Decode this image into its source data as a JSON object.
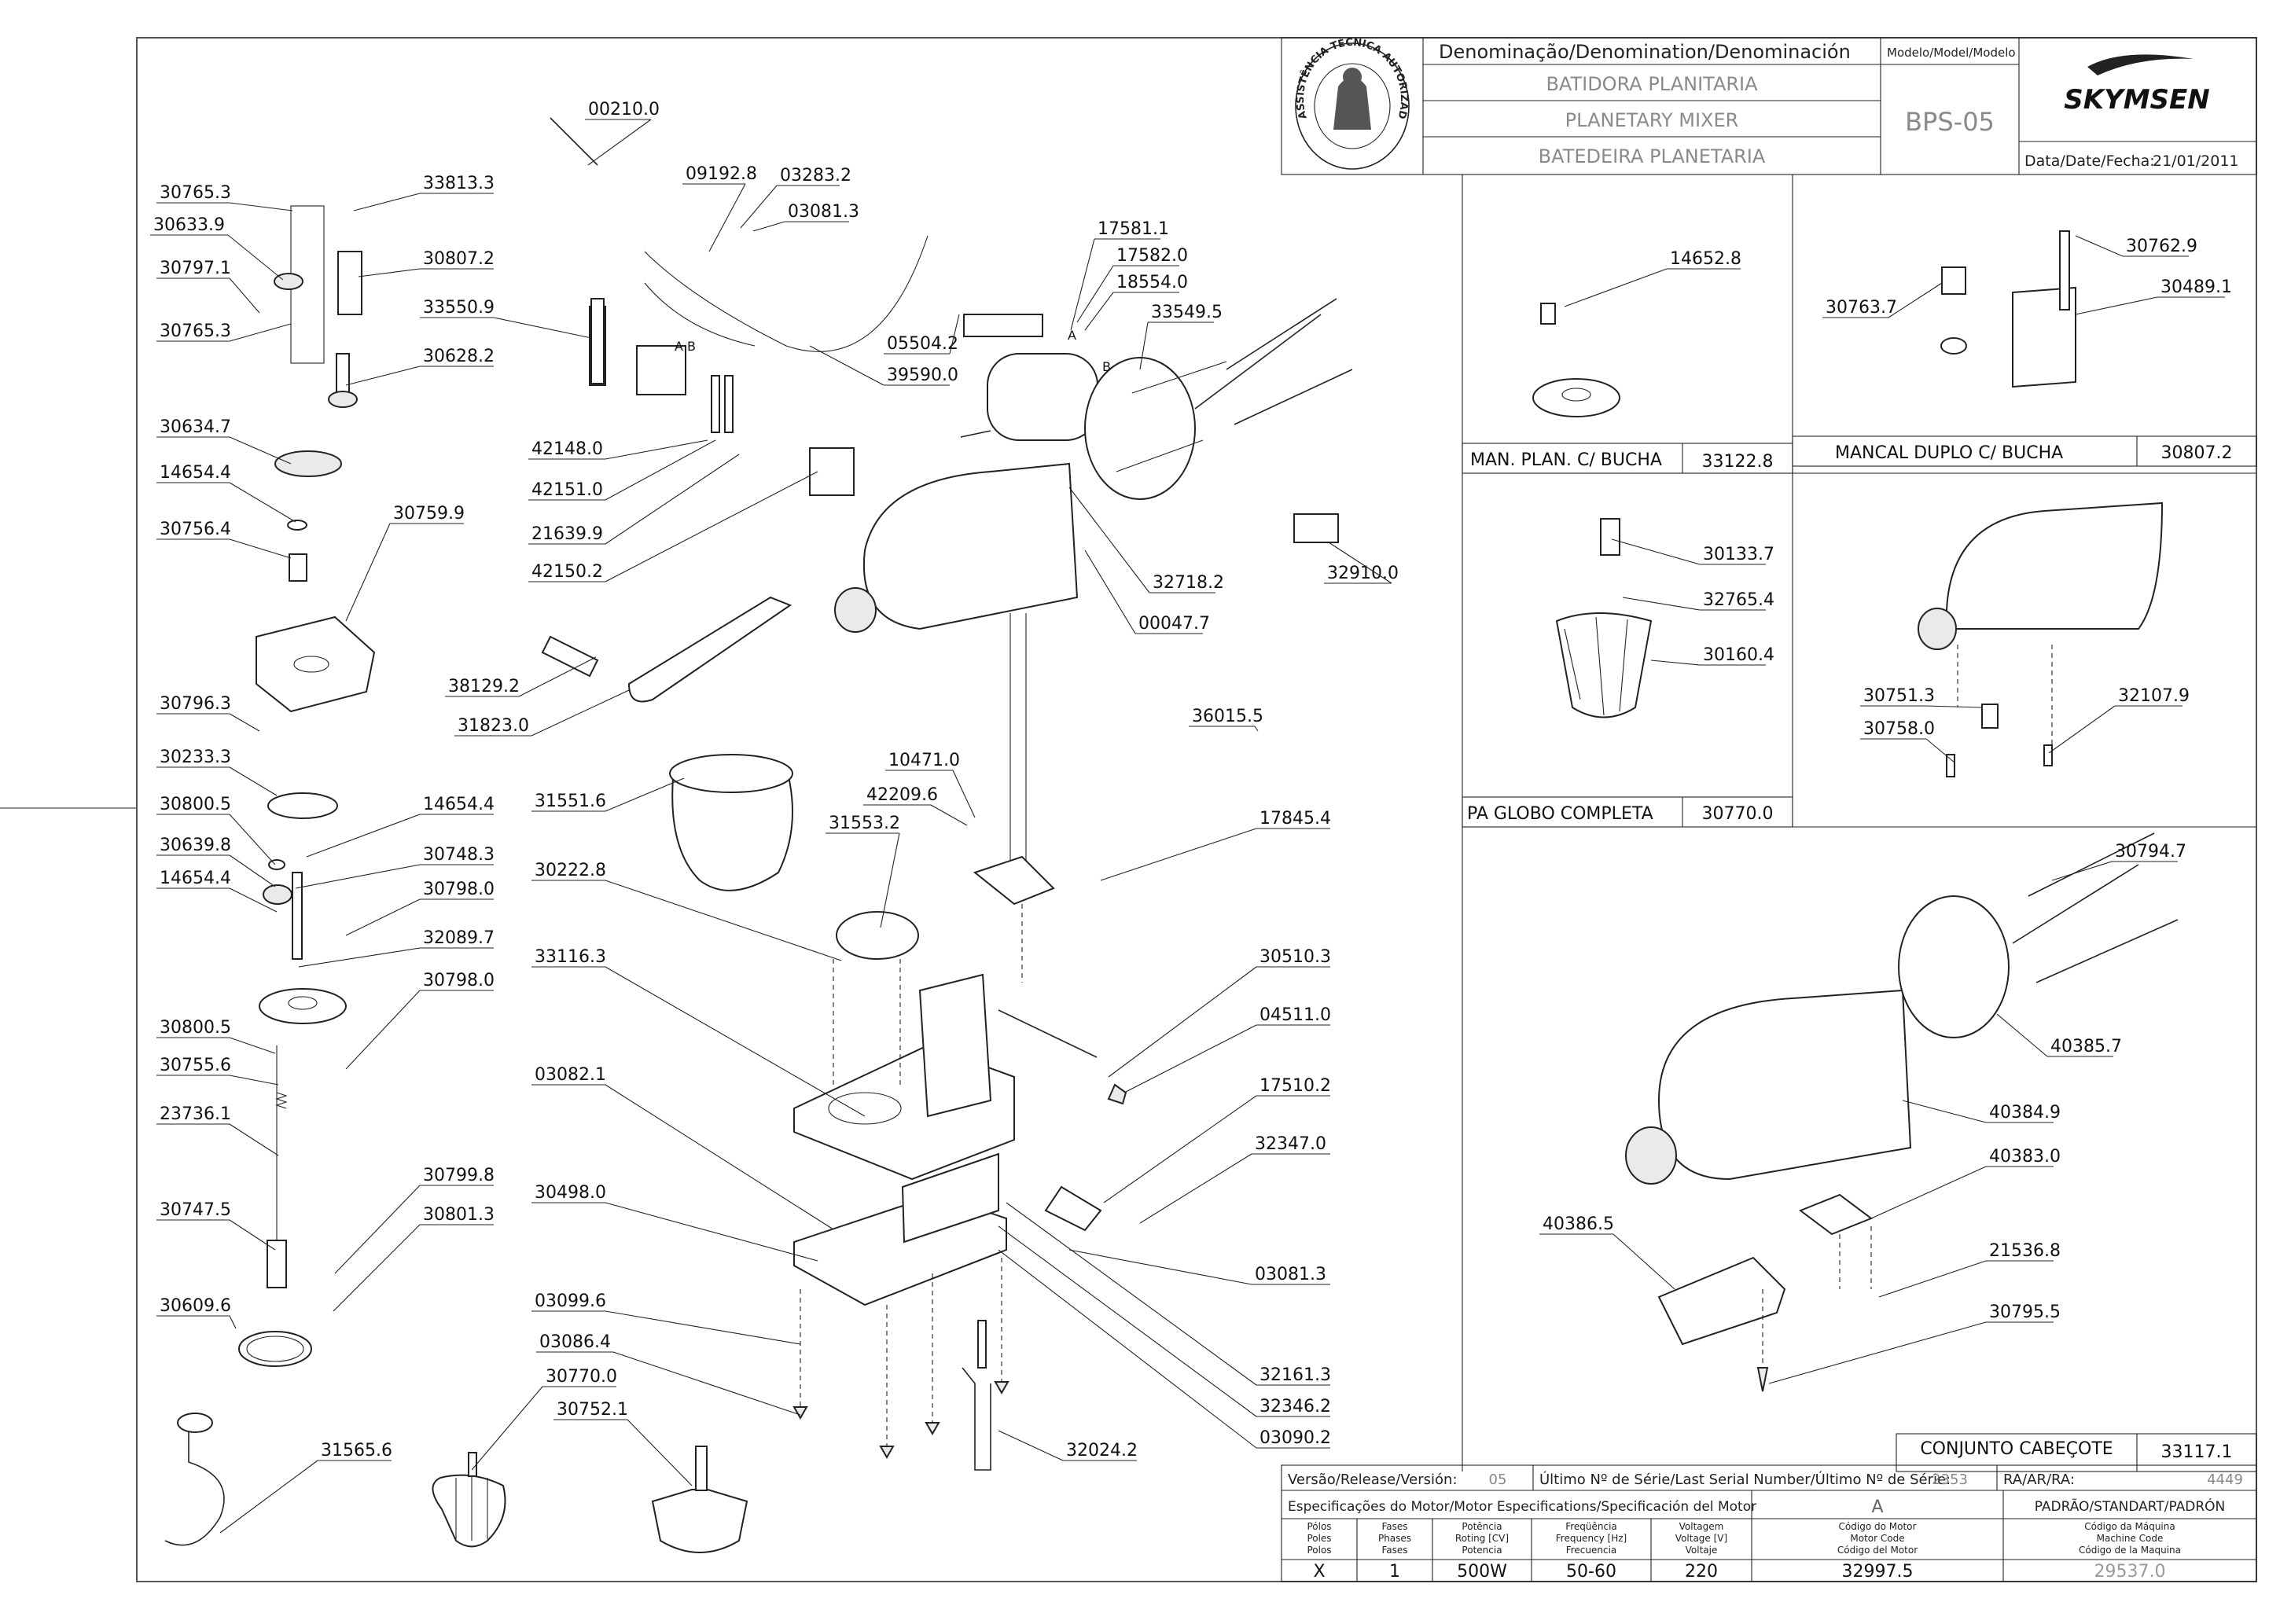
{
  "title_block": {
    "denomination_header": "Denominação/Denomination/Denominación",
    "model_header": "Modelo/Model/Modelo",
    "names": [
      "BATIDORA PLANITARIA",
      "PLANETARY MIXER",
      "BATEDEIRA PLANETARIA"
    ],
    "model": "BPS-05",
    "brand": "SKYMSEN",
    "date_label": "Data/Date/Fecha:",
    "date_value": "21/01/2011",
    "seal_text": "ASSISTÊNCIA TÉCNICA AUTORIZADA"
  },
  "insets": [
    {
      "caption": "MAN. PLAN. C/ BUCHA",
      "code": "33122.8"
    },
    {
      "caption": "MANCAL DUPLO C/ BUCHA",
      "code": "30807.2"
    },
    {
      "caption": "PA GLOBO COMPLETA",
      "code": "30770.0"
    },
    {
      "caption": "CONJUNTO CABEÇOTE",
      "code": "33117.1"
    }
  ],
  "footer": {
    "release_label": "Versão/Release/Versión:",
    "release_value": "05",
    "serial_label": "Último Nº de Série/Last Serial Number/Último Nº de Série:",
    "serial_value": "2353",
    "ra_label": "RA/AR/RA:",
    "ra_value": "4449",
    "motor_spec_label": "Especificações do Motor/Motor Especifications/Specificación del Motor",
    "variant": "A",
    "standard": "PADRÃO/STANDART/PADRÓN",
    "col_poles": [
      "Pólos",
      "Poles",
      "Polos"
    ],
    "col_phases": [
      "Fases",
      "Phases",
      "Fases"
    ],
    "col_power": [
      "Potência",
      "Roting [CV]",
      "Potencia"
    ],
    "col_freq": [
      "Freqüência",
      "Frequency [Hz]",
      "Frecuencia"
    ],
    "col_voltage": [
      "Voltagem",
      "Voltage [V]",
      "Voltaje"
    ],
    "col_motor_code": [
      "Código do Motor",
      "Motor Code",
      "Código del Motor"
    ],
    "col_machine_code": [
      "Código da Máquina",
      "Machine Code",
      "Código de la Maquina"
    ],
    "val_poles": "X",
    "val_phases": "1",
    "val_power": "500W",
    "val_freq": "50-60",
    "val_voltage": "220",
    "val_motor_code": "32997.5",
    "val_machine_code": "29537.0"
  },
  "callouts": {
    "left": [
      "30765.3",
      "30633.9",
      "30797.1",
      "30765.3",
      "33813.3",
      "30807.2",
      "33550.9",
      "30628.2",
      "30634.7",
      "14654.4",
      "30756.4",
      "30759.9",
      "30796.3",
      "30233.3",
      "30800.5",
      "30639.8",
      "14654.4",
      "14654.4",
      "30748.3",
      "30798.0",
      "32089.7",
      "30798.0",
      "30800.5",
      "30755.6",
      "23736.1",
      "30747.5",
      "30799.8",
      "30801.3",
      "30609.6",
      "31565.6"
    ],
    "center": [
      "00210.0",
      "09192.8",
      "03283.2",
      "03081.3",
      "17581.1",
      "17582.0",
      "18554.0",
      "33549.5",
      "05504.2",
      "39590.0",
      "42148.0",
      "42151.0",
      "21639.9",
      "42150.2",
      "32718.2",
      "00047.7",
      "32910.0",
      "38129.2",
      "31823.0",
      "36015.5",
      "10471.0",
      "42209.6",
      "31551.6",
      "31553.2",
      "17845.4",
      "30222.8",
      "33116.3",
      "30510.3",
      "04511.0",
      "17510.2",
      "03082.1",
      "32347.0",
      "30498.0",
      "03081.3",
      "03099.6",
      "03086.4",
      "30770.0",
      "30752.1",
      "32161.3",
      "32346.2",
      "03090.2",
      "32024.2"
    ],
    "right": [
      "14652.8",
      "30762.9",
      "30763.7",
      "30489.1",
      "30133.7",
      "32765.4",
      "30160.4",
      "30751.3",
      "30758.0",
      "32107.9",
      "30794.7",
      "40385.7",
      "40384.9",
      "40383.0",
      "40386.5",
      "21536.8",
      "30795.5"
    ],
    "letters": [
      "A",
      "B",
      "A",
      "B"
    ]
  }
}
